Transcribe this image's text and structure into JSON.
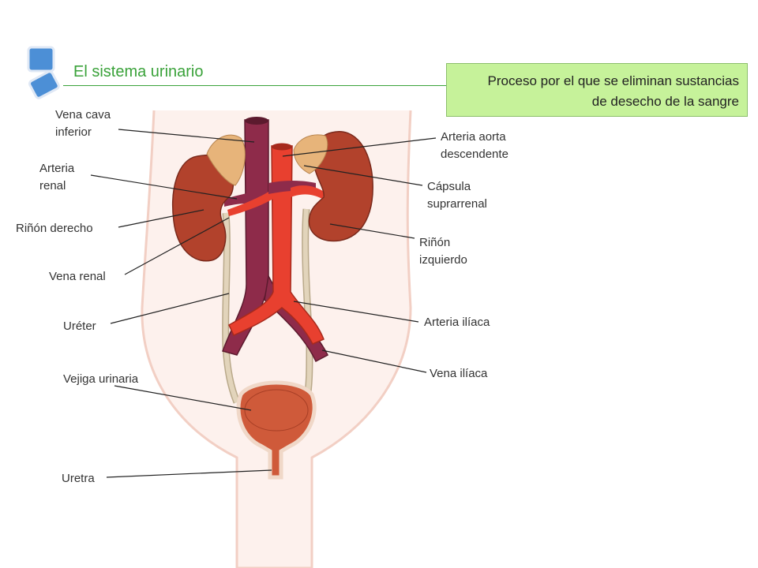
{
  "title": "El sistema urinario",
  "definition": {
    "line1": "Proceso por el que se eliminan sustancias",
    "line2": "de desecho de la sangre"
  },
  "labels": {
    "vena_cava": [
      "Vena cava",
      "inferior"
    ],
    "arteria_renal": [
      "Arteria",
      "renal"
    ],
    "rinon_derecho": "Riñón derecho",
    "vena_renal": "Vena renal",
    "ureter": "Uréter",
    "vejiga": "Vejiga urinaria",
    "uretra": "Uretra",
    "arteria_aorta": [
      "Arteria aorta",
      "descendente"
    ],
    "capsula": [
      "Cápsula",
      "suprarrenal"
    ],
    "rinon_izquierdo": [
      "Riñón",
      "izquierdo"
    ],
    "arteria_iliaca": "Arteria ilíaca",
    "vena_iliaca": "Vena ilíaca"
  },
  "colors": {
    "title": "#3aa23a",
    "definition_bg": "#c6f29a",
    "kidney": "#b2422c",
    "artery": "#e8402f",
    "vein": "#8e2b4a",
    "adrenal": "#e7b47a",
    "ureter": "#dccbb0",
    "bladder": "#cf5a3a",
    "body_outline": "#f2cfc4"
  },
  "icons": [
    "slide-icon"
  ]
}
